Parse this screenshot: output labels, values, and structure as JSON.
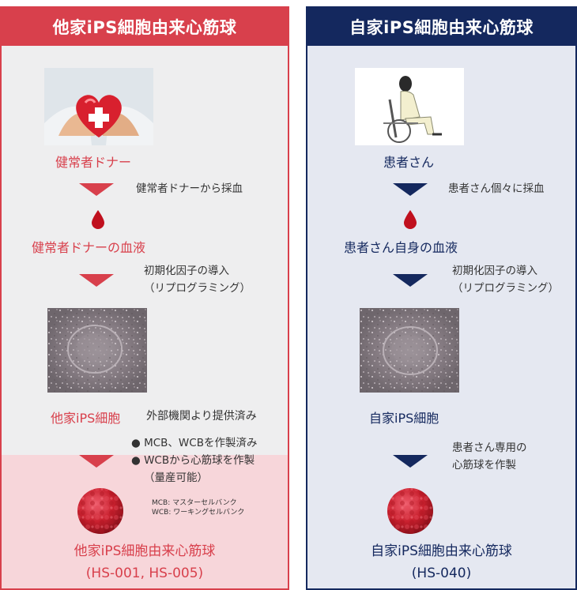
{
  "left": {
    "header": "他家iPS細胞由来心筋球",
    "donor_label": "健常者ドナー",
    "step1_note": "健常者ドナーから採血",
    "blood_label": "健常者ドナーの血液",
    "step2_note_line1": "初期化因子の導入",
    "step2_note_line2": "（リプログラミング）",
    "ips_label": "他家iPS細胞",
    "ips_note": "外部機関より提供済み",
    "bullet1": "MCB、WCBを作製済み",
    "bullet2": "WCBから心筋球を作製",
    "bullet2_sub": "（量産可能）",
    "abbr1": "MCB: マスターセルバンク",
    "abbr2": "WCB: ワーキングセルバンク",
    "product_line1": "他家iPS細胞由来心筋球",
    "product_line2": "(HS-001, HS-005)"
  },
  "right": {
    "header": "自家iPS細胞由来心筋球",
    "patient_label": "患者さん",
    "step1_note": "患者さん個々に採血",
    "blood_label": "患者さん自身の血液",
    "step2_note_line1": "初期化因子の導入",
    "step2_note_line2": "（リプログラミング）",
    "ips_label": "自家iPS細胞",
    "step3_note_line1": "患者さん専用の",
    "step3_note_line2": "心筋球を作製",
    "product_line1": "自家iPS細胞由来心筋球",
    "product_line2": "(HS-040)"
  },
  "colors": {
    "red": "#d8404c",
    "navy": "#14285e",
    "left_bg": "#eeeeef",
    "right_bg": "#e5e8f1",
    "left_tint": "#f7d6da"
  }
}
